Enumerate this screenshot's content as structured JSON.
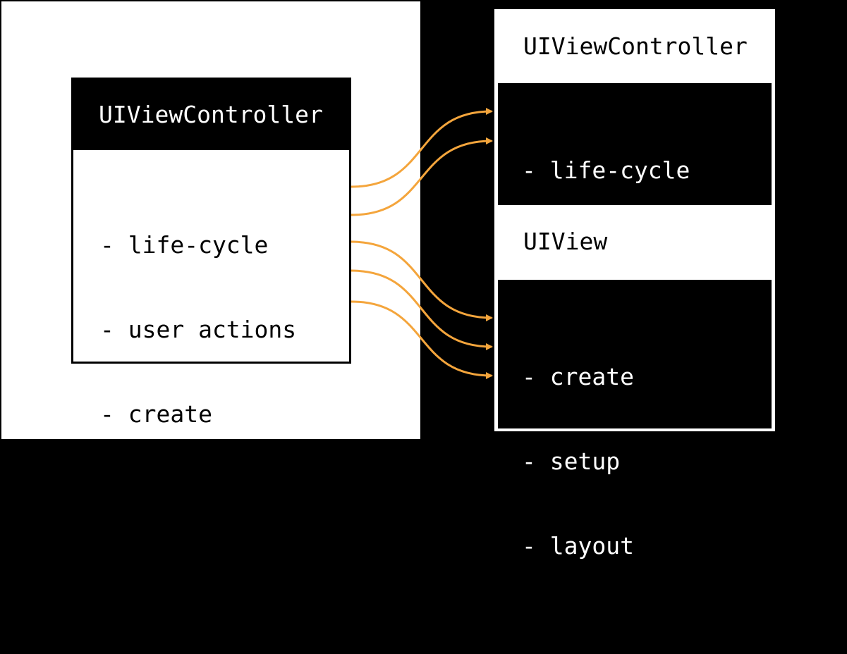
{
  "left_box": {
    "title": "UIViewController",
    "items": [
      "- life-cycle",
      "- user actions",
      "- create",
      "- setup",
      "- layout"
    ]
  },
  "right_box": {
    "controller": {
      "title": "UIViewController",
      "items": [
        "- life-cycle",
        "- user actions"
      ]
    },
    "view": {
      "title": "UIView",
      "items": [
        "- create",
        "- setup",
        "- layout"
      ]
    }
  },
  "colors": {
    "arrow": "#f4a53c",
    "background": "#000000",
    "panel": "#ffffff"
  }
}
